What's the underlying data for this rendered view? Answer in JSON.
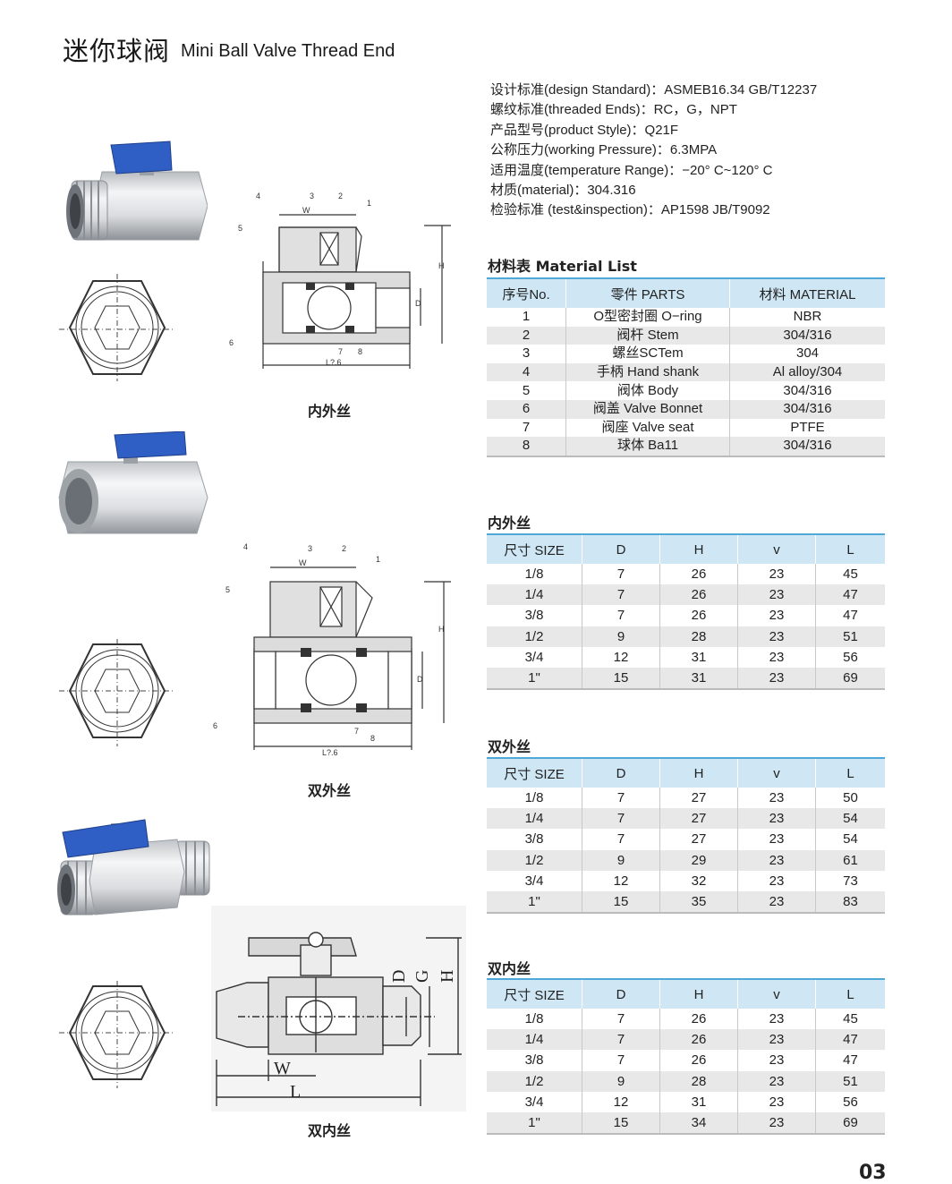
{
  "header": {
    "title_cn": "迷你球阀",
    "title_en": "Mini Ball Valve Thread End"
  },
  "specs": [
    "设计标准(design Standard)：ASMEB16.34 GB/T12237",
    "螺纹标准(threaded Ends)：RC，G，NPT",
    "产品型号(product Style)：Q21F",
    "公称压力(working Pressure)：6.3MPA",
    "适用温度(temperature Range)：−20° C~120° C",
    "材质(material)：304.316",
    "检验标准 (test&inspection)：AP1598  JB/T9092"
  ],
  "material_list": {
    "title": "材料表 Material List",
    "headers": [
      "序号No.",
      "零件 PARTS",
      "材料 MATERIAL"
    ],
    "rows": [
      [
        "1",
        "O型密封圈 O−ring",
        "NBR"
      ],
      [
        "2",
        "阀杆 Stem",
        "304/316"
      ],
      [
        "3",
        "螺丝SCTem",
        "304"
      ],
      [
        "4",
        "手柄 Hand shank",
        "Al alloy/304"
      ],
      [
        "5",
        "阀体 Body",
        "304/316"
      ],
      [
        "6",
        "阀盖 Valve Bonnet",
        "304/316"
      ],
      [
        "7",
        "阀座 Valve seat",
        "PTFE"
      ],
      [
        "8",
        "球体 Ba11",
        "304/316"
      ]
    ]
  },
  "size_tables": [
    {
      "title": "内外丝",
      "headers": [
        "尺寸 SIZE",
        "D",
        "H",
        "v",
        "L"
      ],
      "rows": [
        [
          "1/8",
          "7",
          "26",
          "23",
          "45"
        ],
        [
          "1/4",
          "7",
          "26",
          "23",
          "47"
        ],
        [
          "3/8",
          "7",
          "26",
          "23",
          "47"
        ],
        [
          "1/2",
          "9",
          "28",
          "23",
          "51"
        ],
        [
          "3/4",
          "12",
          "31",
          "23",
          "56"
        ],
        [
          "1\"",
          "15",
          "31",
          "23",
          "69"
        ]
      ]
    },
    {
      "title": "双外丝",
      "headers": [
        "尺寸 SIZE",
        "D",
        "H",
        "v",
        "L"
      ],
      "rows": [
        [
          "1/8",
          "7",
          "27",
          "23",
          "50"
        ],
        [
          "1/4",
          "7",
          "27",
          "23",
          "54"
        ],
        [
          "3/8",
          "7",
          "27",
          "23",
          "54"
        ],
        [
          "1/2",
          "9",
          "29",
          "23",
          "61"
        ],
        [
          "3/4",
          "12",
          "32",
          "23",
          "73"
        ],
        [
          "1\"",
          "15",
          "35",
          "23",
          "83"
        ]
      ]
    },
    {
      "title": "双内丝",
      "headers": [
        "尺寸 SIZE",
        "D",
        "H",
        "v",
        "L"
      ],
      "rows": [
        [
          "1/8",
          "7",
          "26",
          "23",
          "45"
        ],
        [
          "1/4",
          "7",
          "26",
          "23",
          "47"
        ],
        [
          "3/8",
          "7",
          "26",
          "23",
          "47"
        ],
        [
          "1/2",
          "9",
          "28",
          "23",
          "51"
        ],
        [
          "3/4",
          "12",
          "31",
          "23",
          "56"
        ],
        [
          "1\"",
          "15",
          "34",
          "23",
          "69"
        ]
      ]
    }
  ],
  "captions": [
    "内外丝",
    "双外丝",
    "双内丝"
  ],
  "drawing_labels": {
    "d1": [
      "4",
      "3",
      "2",
      "W",
      "1",
      "5",
      "H",
      "D",
      "6",
      "7",
      "8",
      "L?.6"
    ],
    "d2": [
      "4",
      "3",
      "2",
      "W",
      "1",
      "5",
      "H",
      "D",
      "6",
      "7",
      "8",
      "L?.6"
    ],
    "d3": [
      "D",
      "G",
      "H",
      "W",
      "L"
    ]
  },
  "page_number": "03",
  "colors": {
    "accent_blue": "#4ea8d8",
    "header_fill": "#cfe7f5",
    "stripe": "#e8e8e8",
    "handle_blue": "#2f5fc4"
  }
}
